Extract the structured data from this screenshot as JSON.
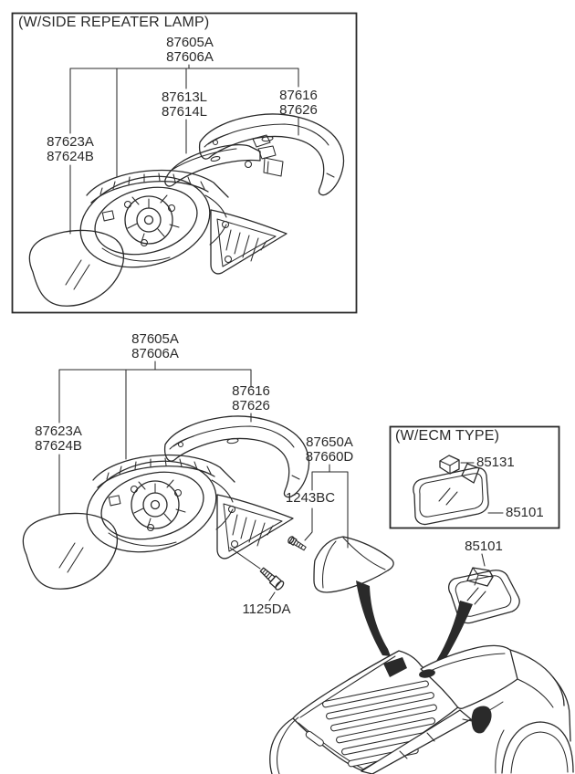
{
  "colors": {
    "ink": "#2a2a2a",
    "background": "#ffffff"
  },
  "top_panel": {
    "title": "(W/SIDE REPEATER LAMP)",
    "labels": {
      "mirror_assembly": [
        "87605A",
        "87606A"
      ],
      "repeater_lamp": [
        "87613L",
        "87614L"
      ],
      "mirror_cover": [
        "87616",
        "87626"
      ],
      "mirror_glass": [
        "87623A",
        "87624B"
      ]
    }
  },
  "main_diagram": {
    "labels": {
      "mirror_assembly": [
        "87605A",
        "87606A"
      ],
      "mirror_cover": [
        "87616",
        "87626"
      ],
      "mirror_glass": [
        "87623A",
        "87624B"
      ],
      "quadrant_cover": [
        "87650A",
        "87660D"
      ],
      "screw": "1243BC",
      "bolt": "1125DA"
    }
  },
  "ecm_panel": {
    "title": "(W/ECM TYPE)",
    "labels": {
      "ecm_unit": "85131",
      "inside_mirror": "85101"
    }
  },
  "inside_mirror": {
    "label": "85101"
  }
}
